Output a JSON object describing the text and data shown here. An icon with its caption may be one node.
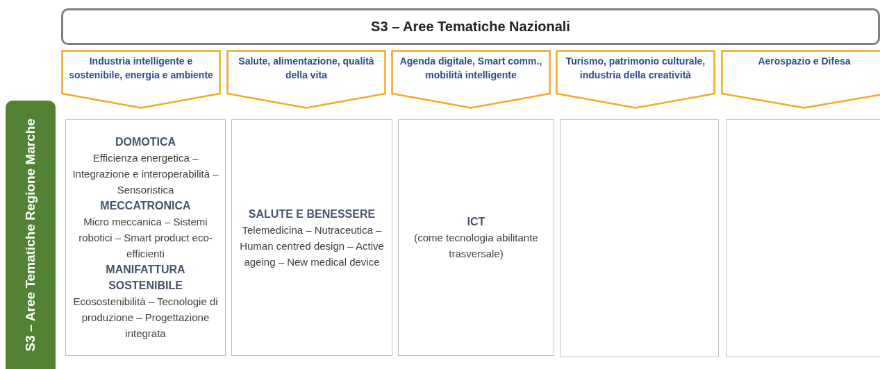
{
  "diagram": {
    "nodes": [
      {
        "text": [
          "S3 – Aree Tematiche Nazionali"
        ]
      },
      {
        "text": [
          "S3 – Aree Tematiche Regione Marche"
        ]
      },
      {
        "text": [
          "Industria intelligente e sostenibile, energia e ambiente"
        ]
      },
      {
        "text": [
          "Salute, alimentazione, qualità della vita"
        ]
      },
      {
        "text": [
          "Agenda digitale, Smart comm., mobilità intelligente"
        ]
      },
      {
        "text": [
          "Turismo, patrimonio culturale, industria della creatività"
        ]
      },
      {
        "text": [
          "Aerospazio e Difesa"
        ]
      },
      {
        "text": [
          "DOMOTICA",
          "Efficienza energetica – Integrazione e interoperabilità – Sensoristica",
          "MECCATRONICA",
          "Micro meccanica – Sistemi robotici – Smart product eco-efficienti",
          "MANIFATTURA SOSTENIBILE",
          "Ecosostenibilità – Tecnologie di produzione – Progettazione integrata"
        ]
      },
      {
        "text": [
          "SALUTE E BENESSERE",
          "Telemedicina – Nutraceutica – Human centred design – Active ageing – New medical device"
        ]
      },
      {
        "text": [
          "ICT",
          "(come tecnologia abilitante trasversale)"
        ]
      },
      {
        "text": [],
        "shape": "box"
      },
      {
        "text": [],
        "shape": "box"
      }
    ],
    "edges": []
  }
}
